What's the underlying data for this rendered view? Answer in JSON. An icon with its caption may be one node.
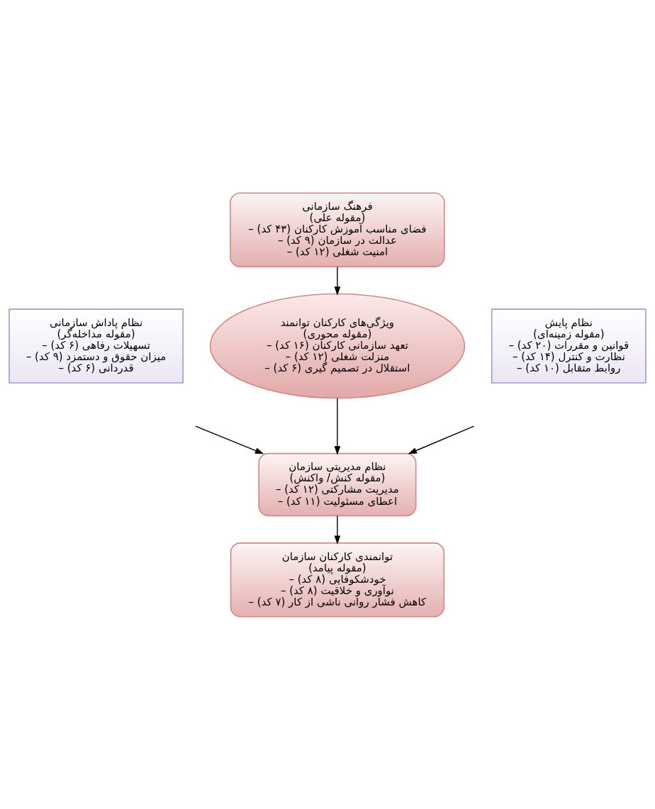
{
  "diagram": {
    "nodes": [
      {
        "text": [
          "فرهنگ سازمانی",
          "(مقوله علی)",
          "– فضای مناسب آموزش کارکنان (۴۳ کد)",
          "– عدالت در سازمان (۹ کد)",
          "– امنیت شغلی (۱۲ کد)"
        ]
      },
      {
        "text": [
          "نظام پاداش سازمانی",
          "(مقوله مداخله‌گر)",
          "– تسهیلات رفاهی (۶ کد)",
          "– میزان حقوق و دستمزد (۹ کد)",
          "– قدردانی (۶ کد)"
        ]
      },
      {
        "text": [
          "نظام پایش",
          "(مقوله زمینه‌ای)",
          "– قوانین و مقررات (۲۰ کد)",
          "– نظارت و کنترل (۱۴ کد)",
          "– روابط متقابل (۱۰ کد)"
        ]
      },
      {
        "text": [
          "ویژگی‌های کارکنان توانمند",
          "(مقوله محوری)",
          "– تعهد سازمانی کارکنان (۱۶ کد)",
          "– منزلت شغلی (۱۲ کد)",
          "– استقلال در تصمیم گیری (۶ کد)"
        ]
      },
      {
        "text": [
          "نظام مدیریتی سازمان",
          "(مقوله کنش/ واکنش)",
          "– مدیریت مشارکتی (۱۲ کد)",
          "– اعطای مسئولیت (۱۱ کد)"
        ]
      },
      {
        "text": [
          "توانمندی کارکنان سازمان",
          "(مقوله پیامد)",
          "– خودشکوفایی (۸ کد)",
          "– نوآوری و خلاقیت (۸ کد)",
          "– کاهش فشار روانی ناشی از کار (۷ کد)"
        ]
      }
    ],
    "edges": [
      {
        "from": 0,
        "to": 3,
        "arrow": "to"
      },
      {
        "from": 3,
        "to": 4,
        "arrow": "to"
      },
      {
        "from": 4,
        "to": 5,
        "arrow": "to"
      },
      {
        "from": null,
        "to": 4,
        "arrow": "to"
      },
      {
        "from": null,
        "to": 4,
        "arrow": "to"
      }
    ]
  }
}
